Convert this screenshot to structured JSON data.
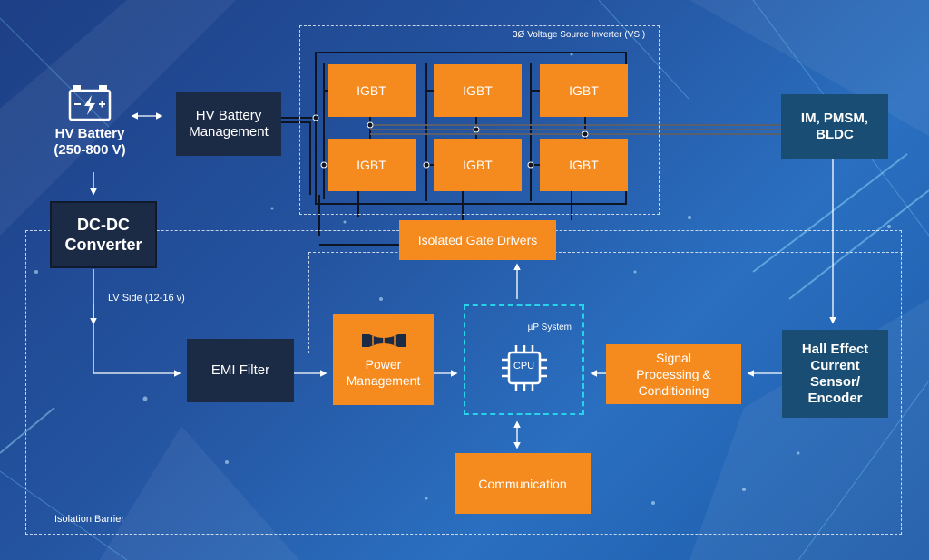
{
  "diagram": {
    "battery": {
      "name": "HV Battery",
      "range": "(250-800 V)",
      "icon": "battery-icon"
    },
    "battery_management": {
      "line1": "HV Battery",
      "line2": "Management"
    },
    "dcdc": {
      "line1": "DC-DC",
      "line2": "Converter"
    },
    "lv_side": "LV Side (12-16 v)",
    "emi_filter": "EMI Filter",
    "power_management": {
      "line1": "Power",
      "line2": "Management",
      "icon": "filter-waveform-icon"
    },
    "up_system": {
      "label": "µP System",
      "cpu": "CPU",
      "icon": "cpu-chip-icon"
    },
    "signal_processing": {
      "line1": "Signal",
      "line2": "Processing &",
      "line3": "Conditioning"
    },
    "hall_sensor": {
      "line1": "Hall Effect",
      "line2": "Current",
      "line3": "Sensor/",
      "line4": "Encoder"
    },
    "motor": {
      "line1": "IM, PMSM,",
      "line2": "BLDC"
    },
    "vsi": {
      "label": "3Ø Voltage Source Inverter (VSI)",
      "igbt_label": "IGBT"
    },
    "gate_drivers": "Isolated Gate Drivers",
    "communication": "Communication",
    "isolation_barrier": "Isolation Barrier",
    "colors": {
      "orange": "#f58a1f",
      "dark": "#1c2b45",
      "teal": "#1a4d73",
      "cpu_border": "#27d3e8"
    }
  }
}
